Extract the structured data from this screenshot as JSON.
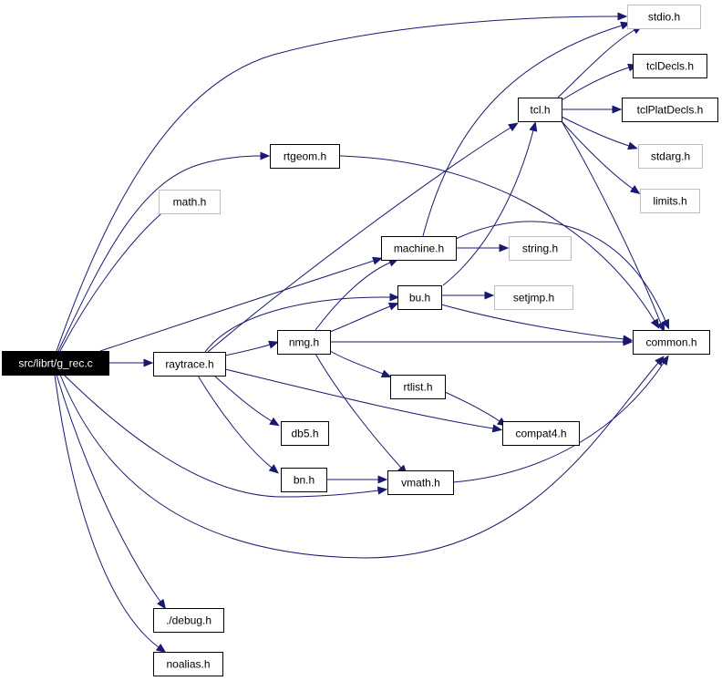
{
  "diagram": {
    "edge_color": "#191970",
    "root_fill": "#000000",
    "external_border": "#bfbfbf",
    "nodes": [
      {
        "id": "g_rec",
        "label": "src/librt/g_rec.c",
        "style": "root"
      },
      {
        "id": "stdio",
        "label": "stdio.h",
        "style": "external"
      },
      {
        "id": "tclDecls",
        "label": "tclDecls.h",
        "style": "normal"
      },
      {
        "id": "tclPlatDecls",
        "label": "tclPlatDecls.h",
        "style": "normal"
      },
      {
        "id": "tcl",
        "label": "tcl.h",
        "style": "normal"
      },
      {
        "id": "stdarg",
        "label": "stdarg.h",
        "style": "external"
      },
      {
        "id": "rtgeom",
        "label": "rtgeom.h",
        "style": "normal"
      },
      {
        "id": "limits",
        "label": "limits.h",
        "style": "external"
      },
      {
        "id": "math",
        "label": "math.h",
        "style": "external"
      },
      {
        "id": "machine",
        "label": "machine.h",
        "style": "normal"
      },
      {
        "id": "string",
        "label": "string.h",
        "style": "external"
      },
      {
        "id": "bu",
        "label": "bu.h",
        "style": "normal"
      },
      {
        "id": "setjmp",
        "label": "setjmp.h",
        "style": "external"
      },
      {
        "id": "nmg",
        "label": "nmg.h",
        "style": "normal"
      },
      {
        "id": "common",
        "label": "common.h",
        "style": "normal"
      },
      {
        "id": "raytrace",
        "label": "raytrace.h",
        "style": "normal"
      },
      {
        "id": "rtlist",
        "label": "rtlist.h",
        "style": "normal"
      },
      {
        "id": "db5",
        "label": "db5.h",
        "style": "normal"
      },
      {
        "id": "compat4",
        "label": "compat4.h",
        "style": "normal"
      },
      {
        "id": "bn",
        "label": "bn.h",
        "style": "normal"
      },
      {
        "id": "vmath",
        "label": "vmath.h",
        "style": "normal"
      },
      {
        "id": "debug",
        "label": "./debug.h",
        "style": "normal"
      },
      {
        "id": "noalias",
        "label": "noalias.h",
        "style": "normal"
      }
    ],
    "edges": [
      {
        "from": "g_rec",
        "to": "stdio"
      },
      {
        "from": "g_rec",
        "to": "rtgeom"
      },
      {
        "from": "g_rec",
        "to": "math"
      },
      {
        "from": "g_rec",
        "to": "machine"
      },
      {
        "from": "g_rec",
        "to": "raytrace"
      },
      {
        "from": "g_rec",
        "to": "vmath"
      },
      {
        "from": "g_rec",
        "to": "common"
      },
      {
        "from": "g_rec",
        "to": "debug"
      },
      {
        "from": "g_rec",
        "to": "noalias"
      },
      {
        "from": "tcl",
        "to": "stdio"
      },
      {
        "from": "tcl",
        "to": "tclDecls"
      },
      {
        "from": "tcl",
        "to": "tclPlatDecls"
      },
      {
        "from": "tcl",
        "to": "stdarg"
      },
      {
        "from": "tcl",
        "to": "limits"
      },
      {
        "from": "tcl",
        "to": "common"
      },
      {
        "from": "rtgeom",
        "to": "common"
      },
      {
        "from": "machine",
        "to": "stdio"
      },
      {
        "from": "machine",
        "to": "string"
      },
      {
        "from": "machine",
        "to": "common"
      },
      {
        "from": "bu",
        "to": "tcl"
      },
      {
        "from": "bu",
        "to": "setjmp"
      },
      {
        "from": "bu",
        "to": "common"
      },
      {
        "from": "nmg",
        "to": "machine"
      },
      {
        "from": "nmg",
        "to": "bu"
      },
      {
        "from": "nmg",
        "to": "common"
      },
      {
        "from": "nmg",
        "to": "rtlist"
      },
      {
        "from": "nmg",
        "to": "vmath"
      },
      {
        "from": "raytrace",
        "to": "tcl"
      },
      {
        "from": "raytrace",
        "to": "bu"
      },
      {
        "from": "raytrace",
        "to": "nmg"
      },
      {
        "from": "raytrace",
        "to": "db5"
      },
      {
        "from": "raytrace",
        "to": "compat4"
      },
      {
        "from": "raytrace",
        "to": "bn"
      },
      {
        "from": "rtlist",
        "to": "compat4"
      },
      {
        "from": "bn",
        "to": "vmath"
      },
      {
        "from": "vmath",
        "to": "common"
      }
    ]
  }
}
